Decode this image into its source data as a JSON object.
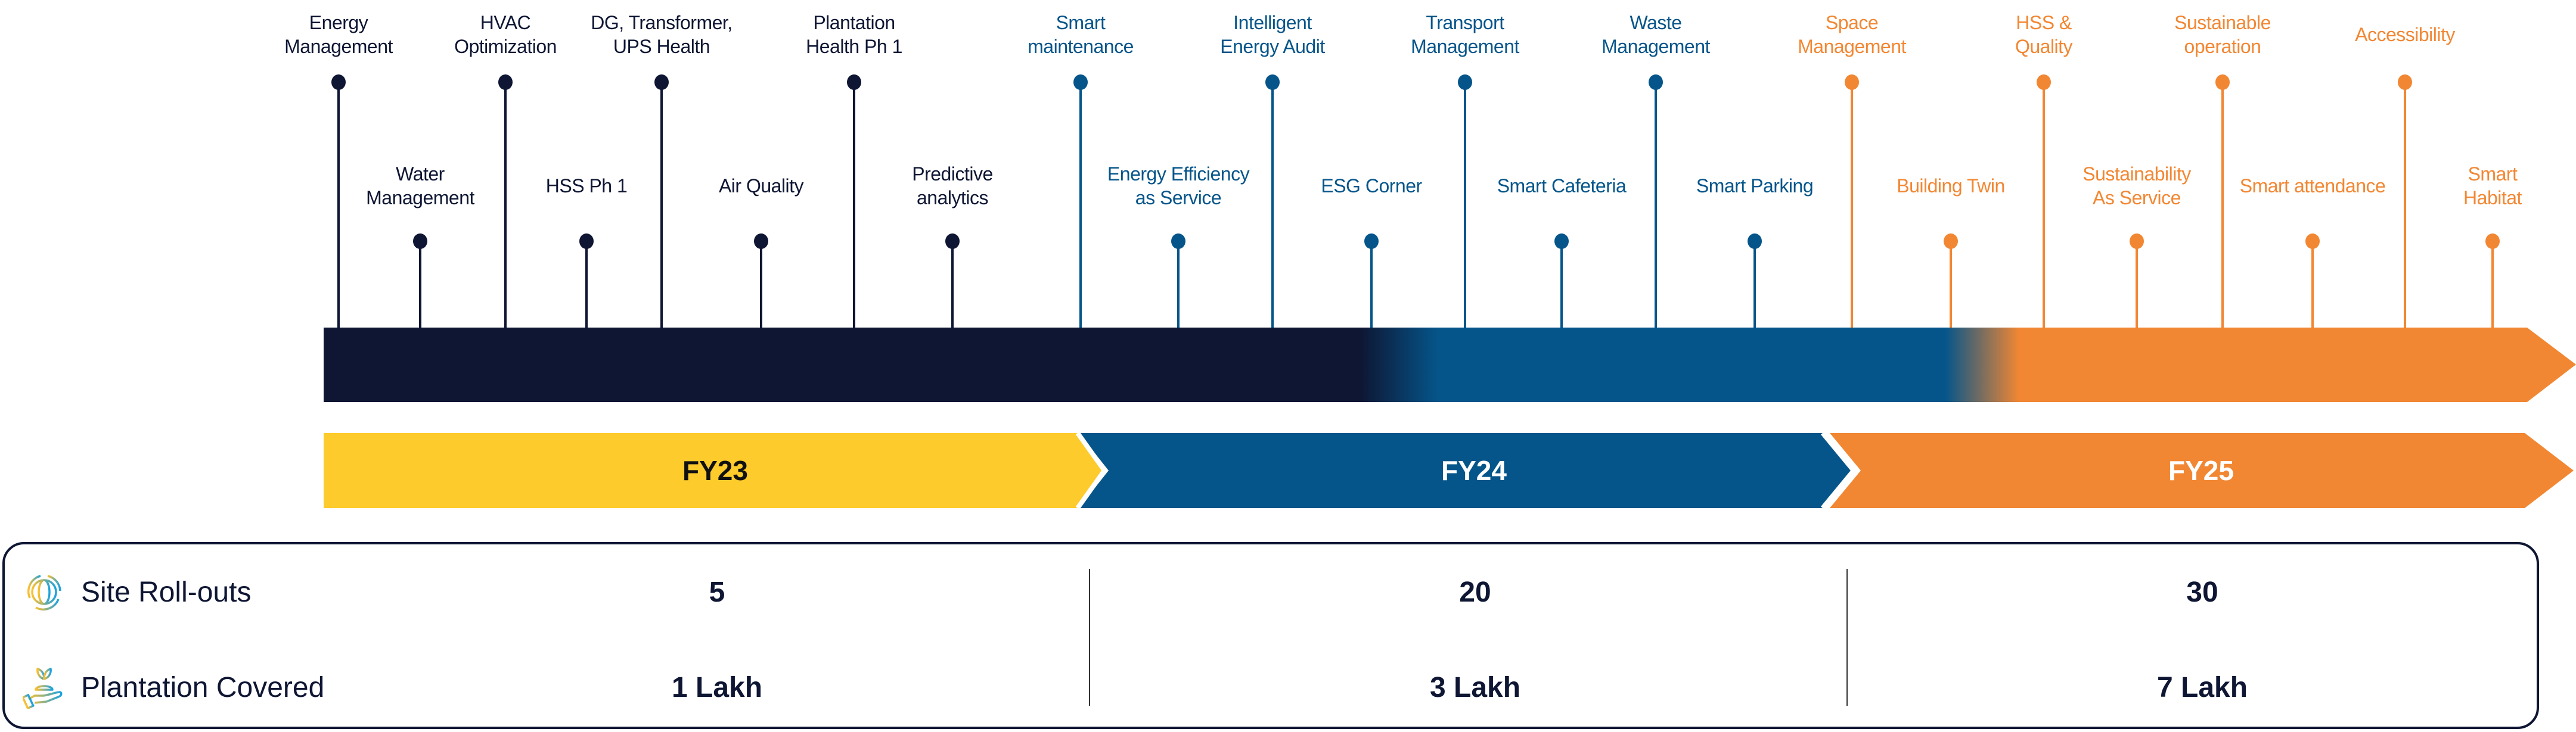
{
  "colors": {
    "fy23": "#0e1633",
    "fy24": "#05558a",
    "fy25": "#f28733",
    "fy23_band": "#fdcb2b",
    "fy24_band": "#05558a",
    "fy25_band": "#f28733",
    "fy23_band_text": "#111111",
    "fy24_band_text": "#ffffff",
    "fy25_band_text": "#ffffff"
  },
  "phases": [
    {
      "id": "fy23",
      "label": "FY23"
    },
    {
      "id": "fy24",
      "label": "FY24"
    },
    {
      "id": "fy25",
      "label": "FY25"
    }
  ],
  "milestones": [
    {
      "label": "Energy\nManagement",
      "phase": "fy23",
      "tier": "high"
    },
    {
      "label": "Water\nManagement",
      "phase": "fy23",
      "tier": "low"
    },
    {
      "label": "HVAC\nOptimization",
      "phase": "fy23",
      "tier": "high"
    },
    {
      "label": "HSS Ph 1",
      "phase": "fy23",
      "tier": "low"
    },
    {
      "label": "DG, Transformer,\nUPS Health",
      "phase": "fy23",
      "tier": "high"
    },
    {
      "label": "Air Quality",
      "phase": "fy23",
      "tier": "low"
    },
    {
      "label": "Plantation\nHealth Ph 1",
      "phase": "fy23",
      "tier": "high"
    },
    {
      "label": "Predictive\nanalytics",
      "phase": "fy23",
      "tier": "low"
    },
    {
      "label": "Smart\nmaintenance",
      "phase": "fy24",
      "tier": "high"
    },
    {
      "label": "Energy Efficiency\nas Service",
      "phase": "fy24",
      "tier": "low"
    },
    {
      "label": "Intelligent\nEnergy Audit",
      "phase": "fy24",
      "tier": "high"
    },
    {
      "label": "ESG Corner",
      "phase": "fy24",
      "tier": "low"
    },
    {
      "label": "Transport\nManagement",
      "phase": "fy24",
      "tier": "high"
    },
    {
      "label": "Smart Cafeteria",
      "phase": "fy24",
      "tier": "low"
    },
    {
      "label": "Waste\nManagement",
      "phase": "fy24",
      "tier": "high"
    },
    {
      "label": "Smart Parking",
      "phase": "fy24",
      "tier": "low"
    },
    {
      "label": "Space\nManagement",
      "phase": "fy25",
      "tier": "high"
    },
    {
      "label": "Building Twin",
      "phase": "fy25",
      "tier": "low"
    },
    {
      "label": "HSS &\nQuality",
      "phase": "fy25",
      "tier": "high"
    },
    {
      "label": "Sustainability\nAs Service",
      "phase": "fy25",
      "tier": "low"
    },
    {
      "label": "Sustainable\noperation",
      "phase": "fy25",
      "tier": "high"
    },
    {
      "label": "Smart attendance",
      "phase": "fy25",
      "tier": "low"
    },
    {
      "label": "Accessibility",
      "phase": "fy25",
      "tier": "high"
    },
    {
      "label": "Smart\nHabitat",
      "phase": "fy25",
      "tier": "low"
    }
  ],
  "stats": {
    "rows": [
      {
        "label": "Site Roll-outs",
        "icon": "globe-cycle-icon",
        "values": [
          "5",
          "20",
          "30"
        ]
      },
      {
        "label": "Plantation Covered",
        "icon": "hand-sapling-icon",
        "values": [
          "1 Lakh",
          "3 Lakh",
          "7 Lakh"
        ]
      }
    ]
  }
}
